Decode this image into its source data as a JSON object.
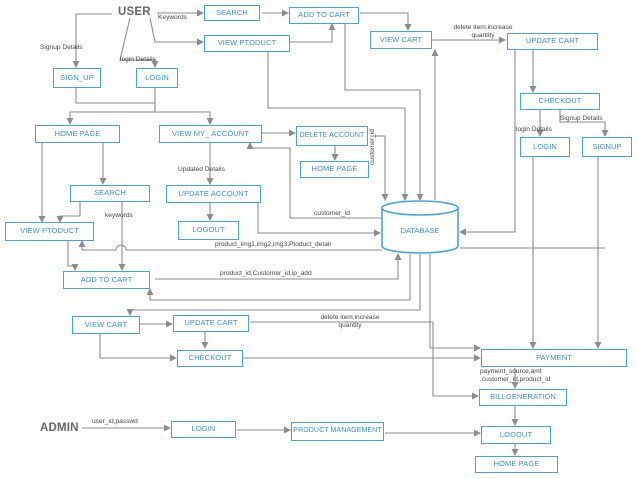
{
  "actors": {
    "user": "USER",
    "admin": "ADMIN"
  },
  "nodes": {
    "search_top": "SEARCH",
    "add_to_cart_top": "ADD TO  CART",
    "view_product_top": "VIEW PTODUCT",
    "view_cart_top": "VIEW CART",
    "update_cart_top": "UPDATE CART",
    "sign_up": "SIGN_UP",
    "login_top": "LOGIN",
    "checkout_top": "CHECKOUT",
    "home_page": "HOME PAGE",
    "view_my_account": "VIEW MY_ ACCOUNT",
    "delete_account": "DELETE ACCOUNT",
    "login_right": "LOGIN",
    "signup_right": "SIGNUP",
    "home_page_small": "HOME PAGE",
    "search_mid": "SEARCH",
    "update_account": "UPDATE ACCOUNT",
    "view_product_mid": "VIEW PTODUCT",
    "logout_mid": "LOGOUT",
    "database": "DATABASE",
    "add_to_cart_mid": "ADD TO  CART",
    "view_cart_mid": "VIEW CART",
    "update_cart_mid": "UPDATE CART",
    "checkout_mid": "CHECKOUT",
    "payment": "PAYMENT",
    "bill_generation": "BILLGENERATION",
    "login_admin": "LOGIN",
    "product_management": "PRODUCT MANAGEMENT",
    "logout_bottom": "LOGOUT",
    "home_page_bottom": "HOME PAGE"
  },
  "labels": {
    "keywords_top": "Keywords",
    "signup_details": "Signup Details",
    "login_details_left": "login Details",
    "delete_item_top": "delete item,increase quantity",
    "login_details_right": "login Details",
    "signup_details_right": "Signup Details",
    "customer_id_vertical": "customer_id",
    "updated_details": "Updated Details",
    "keywords_mid": "keywords",
    "customer_id": "customer_id",
    "product_img": "product_img1,img2,img3,Ptoduct_detail",
    "product_id_customer": "product_id,Customer_id,ip_add",
    "delete_item_mid": "delete item,increase quantity",
    "payment_details": "payment_source,amt ,customer_id,product_id",
    "user_id_passwd": "user_id,passwd"
  },
  "colors": {
    "box_border": "#4aa3d8",
    "box_text": "#3d8fc4",
    "arrow": "#8c8c8c",
    "actor_text": "#666666"
  }
}
